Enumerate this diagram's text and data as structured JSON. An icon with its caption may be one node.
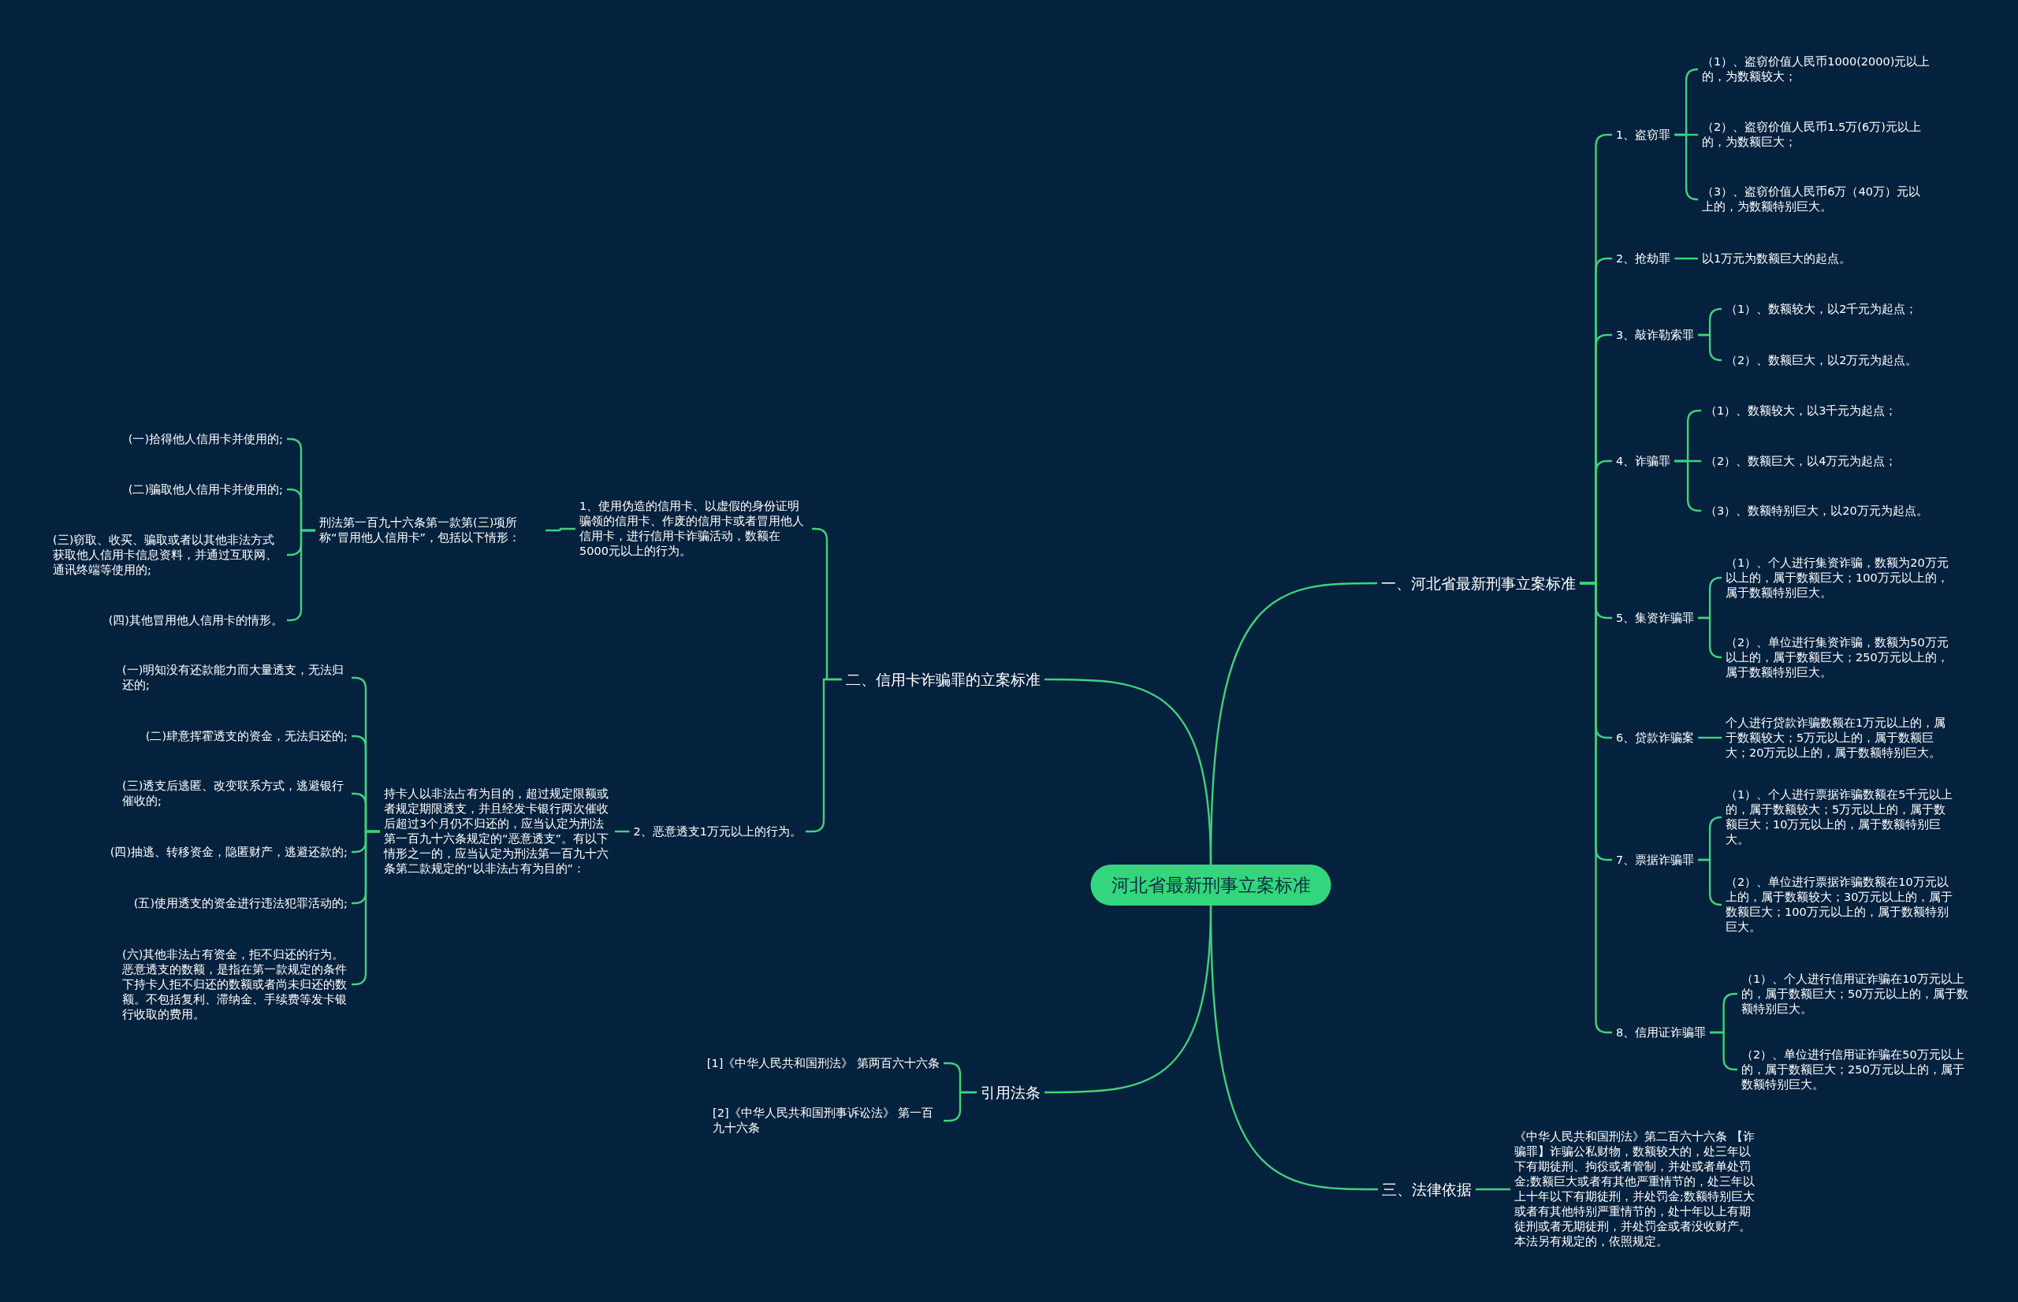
{
  "diagram": {
    "nodes": [
      {
        "text": [
          "河北省最新刑事立案标准"
        ]
      },
      {
        "text": [
          "一、河北省最新刑事立案标准"
        ]
      },
      {
        "text": [
          "二、信用卡诈骗罪的立案标准"
        ]
      },
      {
        "text": [
          "引用法条"
        ]
      },
      {
        "text": [
          "三、法律依据"
        ]
      },
      {
        "text": [
          "1、盗窃罪"
        ]
      },
      {
        "text": [
          "（1）、盗窃价值人民币1000(2000)元以上的，为数额较大；"
        ]
      },
      {
        "text": [
          "（2）、盗窃价值人民币1.5万(6万)元以上的，为数额巨大；"
        ]
      },
      {
        "text": [
          "（3）、盗窃价值人民币6万（40万）元以上的，为数额特别巨大。"
        ]
      },
      {
        "text": [
          "2、抢劫罪"
        ]
      },
      {
        "text": [
          "以1万元为数额巨大的起点。"
        ]
      },
      {
        "text": [
          "3、敲诈勒索罪"
        ]
      },
      {
        "text": [
          "（1）、数额较大，以2千元为起点；"
        ]
      },
      {
        "text": [
          "（2）、数额巨大，以2万元为起点。"
        ]
      },
      {
        "text": [
          "4、诈骗罪"
        ]
      },
      {
        "text": [
          "（1）、数额较大，以3千元为起点；"
        ]
      },
      {
        "text": [
          "（2）、数额巨大，以4万元为起点；"
        ]
      },
      {
        "text": [
          "（3）、数额特别巨大，以20万元为起点。"
        ]
      },
      {
        "text": [
          "5、集资诈骗罪"
        ]
      },
      {
        "text": [
          "（1）、个人进行集资诈骗，数额为20万元以上的，属于数额巨大；100万元以上的，属于数额特别巨大。"
        ]
      },
      {
        "text": [
          "（2）、单位进行集资诈骗，数额为50万元以上的，属于数额巨大；250万元以上的，属于数额特别巨大。"
        ]
      },
      {
        "text": [
          "6、贷款诈骗案"
        ]
      },
      {
        "text": [
          "个人进行贷款诈骗数额在1万元以上的，属于数额较大；5万元以上的，属于数额巨大；20万元以上的，属于数额特别巨大。"
        ]
      },
      {
        "text": [
          "7、票据诈骗罪"
        ]
      },
      {
        "text": [
          "（1）、个人进行票据诈骗数额在5千元以上的，属于数额较大；5万元以上的，属于数额巨大；10万元以上的，属于数额特别巨大。"
        ]
      },
      {
        "text": [
          "（2）、单位进行票据诈骗数额在10万元以上的，属于数额较大；30万元以上的，属于数额巨大；100万元以上的，属于数额特别巨大。"
        ]
      },
      {
        "text": [
          "8、信用证诈骗罪"
        ]
      },
      {
        "text": [
          "（1）、个人进行信用证诈骗在10万元以上的，属于数额巨大；50万元以上的，属于数额特别巨大。"
        ]
      },
      {
        "text": [
          "（2）、单位进行信用证诈骗在50万元以上的，属于数额巨大；250万元以上的，属于数额特别巨大。"
        ]
      },
      {
        "text": [
          "1、使用伪造的信用卡、以虚假的身份证明骗领的信用卡、作废的信用卡或者冒用他人信用卡，进行信用卡诈骗活动，数额在5000元以上的行为。"
        ]
      },
      {
        "text": [
          "刑法第一百九十六条第一款第(三)项所称“冒用他人信用卡”，包括以下情形："
        ]
      },
      {
        "text": [
          "(一)拾得他人信用卡并使用的;"
        ]
      },
      {
        "text": [
          "(二)骗取他人信用卡并使用的;"
        ]
      },
      {
        "text": [
          "(三)窃取、收买、骗取或者以其他非法方式获取他人信用卡信息资料，并通过互联网、通讯终端等使用的;"
        ]
      },
      {
        "text": [
          "(四)其他冒用他人信用卡的情形。"
        ]
      },
      {
        "text": [
          "2、恶意透支1万元以上的行为。"
        ]
      },
      {
        "text": [
          "持卡人以非法占有为目的，超过规定限额或者规定期限透支，并且经发卡银行两次催收后超过3个月仍不归还的，应当认定为刑法第一百九十六条规定的“恶意透支”。有以下情形之一的，应当认定为刑法第一百九十六条第二款规定的“以非法占有为目的”："
        ]
      },
      {
        "text": [
          "(一)明知没有还款能力而大量透支，无法归还的;"
        ]
      },
      {
        "text": [
          "(二)肆意挥霍透支的资金，无法归还的;"
        ]
      },
      {
        "text": [
          "(三)透支后逃匿、改变联系方式，逃避银行催收的;"
        ]
      },
      {
        "text": [
          "(四)抽逃、转移资金，隐匿财产，逃避还款的;"
        ]
      },
      {
        "text": [
          "(五)使用透支的资金进行违法犯罪活动的;"
        ]
      },
      {
        "text": [
          "(六)其他非法占有资金，拒不归还的行为。恶意透支的数额，是指在第一款规定的条件下持卡人拒不归还的数额或者尚未归还的数额。不包括复利、滞纳金、手续费等发卡银行收取的费用。"
        ]
      },
      {
        "text": [
          "[1]《中华人民共和国刑法》 第两百六十六条"
        ]
      },
      {
        "text": [
          "[2]《中华人民共和国刑事诉讼法》 第一百九十六条"
        ]
      },
      {
        "text": [
          "《中华人民共和国刑法》第二百六十六条 【诈骗罪】诈骗公私财物，数额较大的，处三年以下有期徒刑、拘役或者管制，并处或者单处罚金;数额巨大或者有其他严重情节的，处三年以上十年以下有期徒刑，并处罚金;数额特别巨大或者有其他特别严重情节的，处十年以上有期徒刑或者无期徒刑，并处罚金或者没收财产。本法另有规定的，依照规定。"
        ]
      }
    ],
    "edges": [
      {
        "from": 0,
        "to": 1,
        "arrow": "none"
      },
      {
        "from": 0,
        "to": 2,
        "arrow": "none"
      },
      {
        "from": 0,
        "to": 3,
        "arrow": "none"
      },
      {
        "from": 0,
        "to": 4,
        "arrow": "none"
      },
      {
        "from": 1,
        "to": 5,
        "arrow": "none"
      },
      {
        "from": 1,
        "to": 9,
        "arrow": "none"
      },
      {
        "from": 1,
        "to": 11,
        "arrow": "none"
      },
      {
        "from": 1,
        "to": 14,
        "arrow": "none"
      },
      {
        "from": 1,
        "to": 18,
        "arrow": "none"
      },
      {
        "from": 1,
        "to": 21,
        "arrow": "none"
      },
      {
        "from": 1,
        "to": 23,
        "arrow": "none"
      },
      {
        "from": 1,
        "to": 26,
        "arrow": "none"
      },
      {
        "from": 5,
        "to": 6,
        "arrow": "none"
      },
      {
        "from": 5,
        "to": 7,
        "arrow": "none"
      },
      {
        "from": 5,
        "to": 8,
        "arrow": "none"
      },
      {
        "from": 9,
        "to": 10,
        "arrow": "none"
      },
      {
        "from": 11,
        "to": 12,
        "arrow": "none"
      },
      {
        "from": 11,
        "to": 13,
        "arrow": "none"
      },
      {
        "from": 14,
        "to": 15,
        "arrow": "none"
      },
      {
        "from": 14,
        "to": 16,
        "arrow": "none"
      },
      {
        "from": 14,
        "to": 17,
        "arrow": "none"
      },
      {
        "from": 18,
        "to": 19,
        "arrow": "none"
      },
      {
        "from": 18,
        "to": 20,
        "arrow": "none"
      },
      {
        "from": 21,
        "to": 22,
        "arrow": "none"
      },
      {
        "from": 23,
        "to": 24,
        "arrow": "none"
      },
      {
        "from": 23,
        "to": 25,
        "arrow": "none"
      },
      {
        "from": 26,
        "to": 27,
        "arrow": "none"
      },
      {
        "from": 26,
        "to": 28,
        "arrow": "none"
      },
      {
        "from": 2,
        "to": 29,
        "arrow": "none"
      },
      {
        "from": 2,
        "to": 35,
        "arrow": "none"
      },
      {
        "from": 29,
        "to": 30,
        "arrow": "none"
      },
      {
        "from": 30,
        "to": 31,
        "arrow": "none"
      },
      {
        "from": 30,
        "to": 32,
        "arrow": "none"
      },
      {
        "from": 30,
        "to": 33,
        "arrow": "none"
      },
      {
        "from": 30,
        "to": 34,
        "arrow": "none"
      },
      {
        "from": 35,
        "to": 36,
        "arrow": "none"
      },
      {
        "from": 36,
        "to": 37,
        "arrow": "none"
      },
      {
        "from": 36,
        "to": 38,
        "arrow": "none"
      },
      {
        "from": 36,
        "to": 39,
        "arrow": "none"
      },
      {
        "from": 36,
        "to": 40,
        "arrow": "none"
      },
      {
        "from": 36,
        "to": 41,
        "arrow": "none"
      },
      {
        "from": 36,
        "to": 42,
        "arrow": "none"
      },
      {
        "from": 3,
        "to": 43,
        "arrow": "none"
      },
      {
        "from": 3,
        "to": 44,
        "arrow": "none"
      },
      {
        "from": 4,
        "to": 45,
        "arrow": "none"
      }
    ]
  }
}
